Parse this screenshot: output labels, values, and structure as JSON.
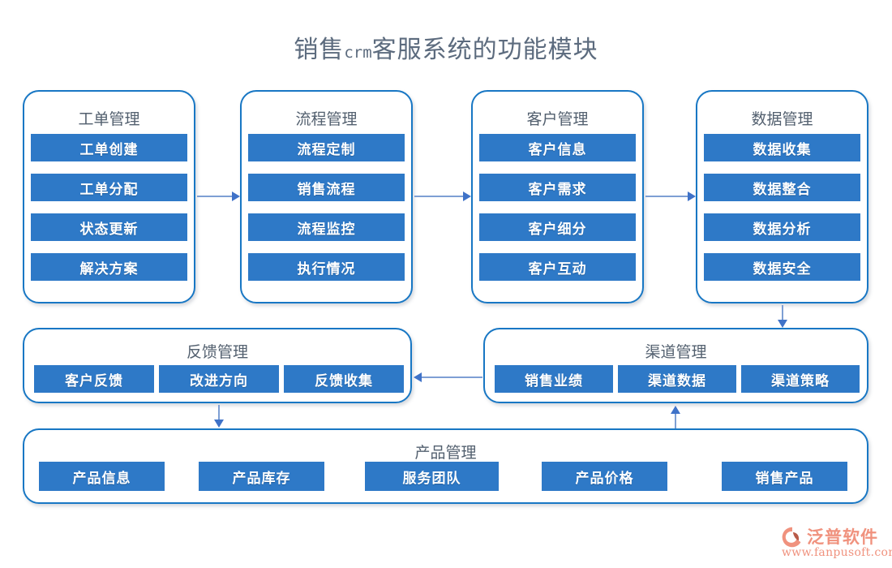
{
  "title": {
    "prefix": "销售",
    "mono": "crm",
    "suffix": "客服系统的功能模块",
    "full": "销售crm客服系统的功能模块"
  },
  "colors": {
    "chip_fill": "#2e79c7",
    "card_border": "#1877c4",
    "title_text": "#5c6b7e",
    "connector": "#7e9fd4",
    "arrow_head": "#3f72c8",
    "logo": "#f0927e"
  },
  "columns": [
    {
      "title": "工单管理",
      "items": [
        "工单创建",
        "工单分配",
        "状态更新",
        "解决方案"
      ]
    },
    {
      "title": "流程管理",
      "items": [
        "流程定制",
        "销售流程",
        "流程监控",
        "执行情况"
      ]
    },
    {
      "title": "客户管理",
      "items": [
        "客户信息",
        "客户需求",
        "客户细分",
        "客户互动"
      ]
    },
    {
      "title": "数据管理",
      "items": [
        "数据收集",
        "数据整合",
        "数据分析",
        "数据安全"
      ]
    }
  ],
  "rows": [
    {
      "title": "反馈管理",
      "items": [
        "客户反馈",
        "改进方向",
        "反馈收集"
      ]
    },
    {
      "title": "渠道管理",
      "items": [
        "销售业绩",
        "渠道数据",
        "渠道策略"
      ]
    },
    {
      "title": "产品管理",
      "items": [
        "产品信息",
        "产品库存",
        "服务团队",
        "产品价格",
        "销售产品"
      ]
    }
  ],
  "logo": {
    "name": "泛普软件",
    "url": "www.fanpusoft.com"
  }
}
